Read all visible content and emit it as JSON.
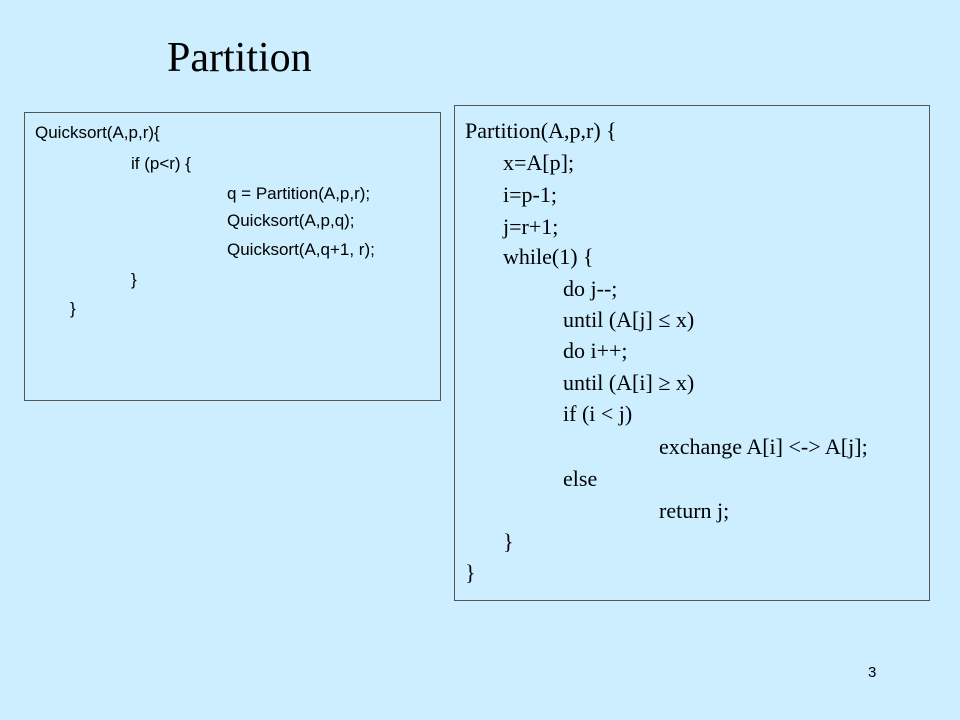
{
  "slide": {
    "title": "Partition",
    "page_number": "3"
  },
  "quicksort_code": {
    "lines": [
      "Quicksort(A,p,r){",
      "if (p<r) {",
      "q = Partition(A,p,r);",
      "Quicksort(A,p,q);",
      "Quicksort(A,q+1, r);",
      "}",
      "}"
    ]
  },
  "partition_code": {
    "lines": [
      "Partition(A,p,r) {",
      "x=A[p];",
      "i=p-1;",
      "j=r+1;",
      "while(1) {",
      "do   j--;",
      "until (A[j] ≤ x)",
      "do  i++;",
      "until (A[i] ≥ x)",
      "if (i < j)",
      "exchange A[i] <-> A[j];",
      "else",
      "return j;",
      "}",
      "}"
    ]
  }
}
